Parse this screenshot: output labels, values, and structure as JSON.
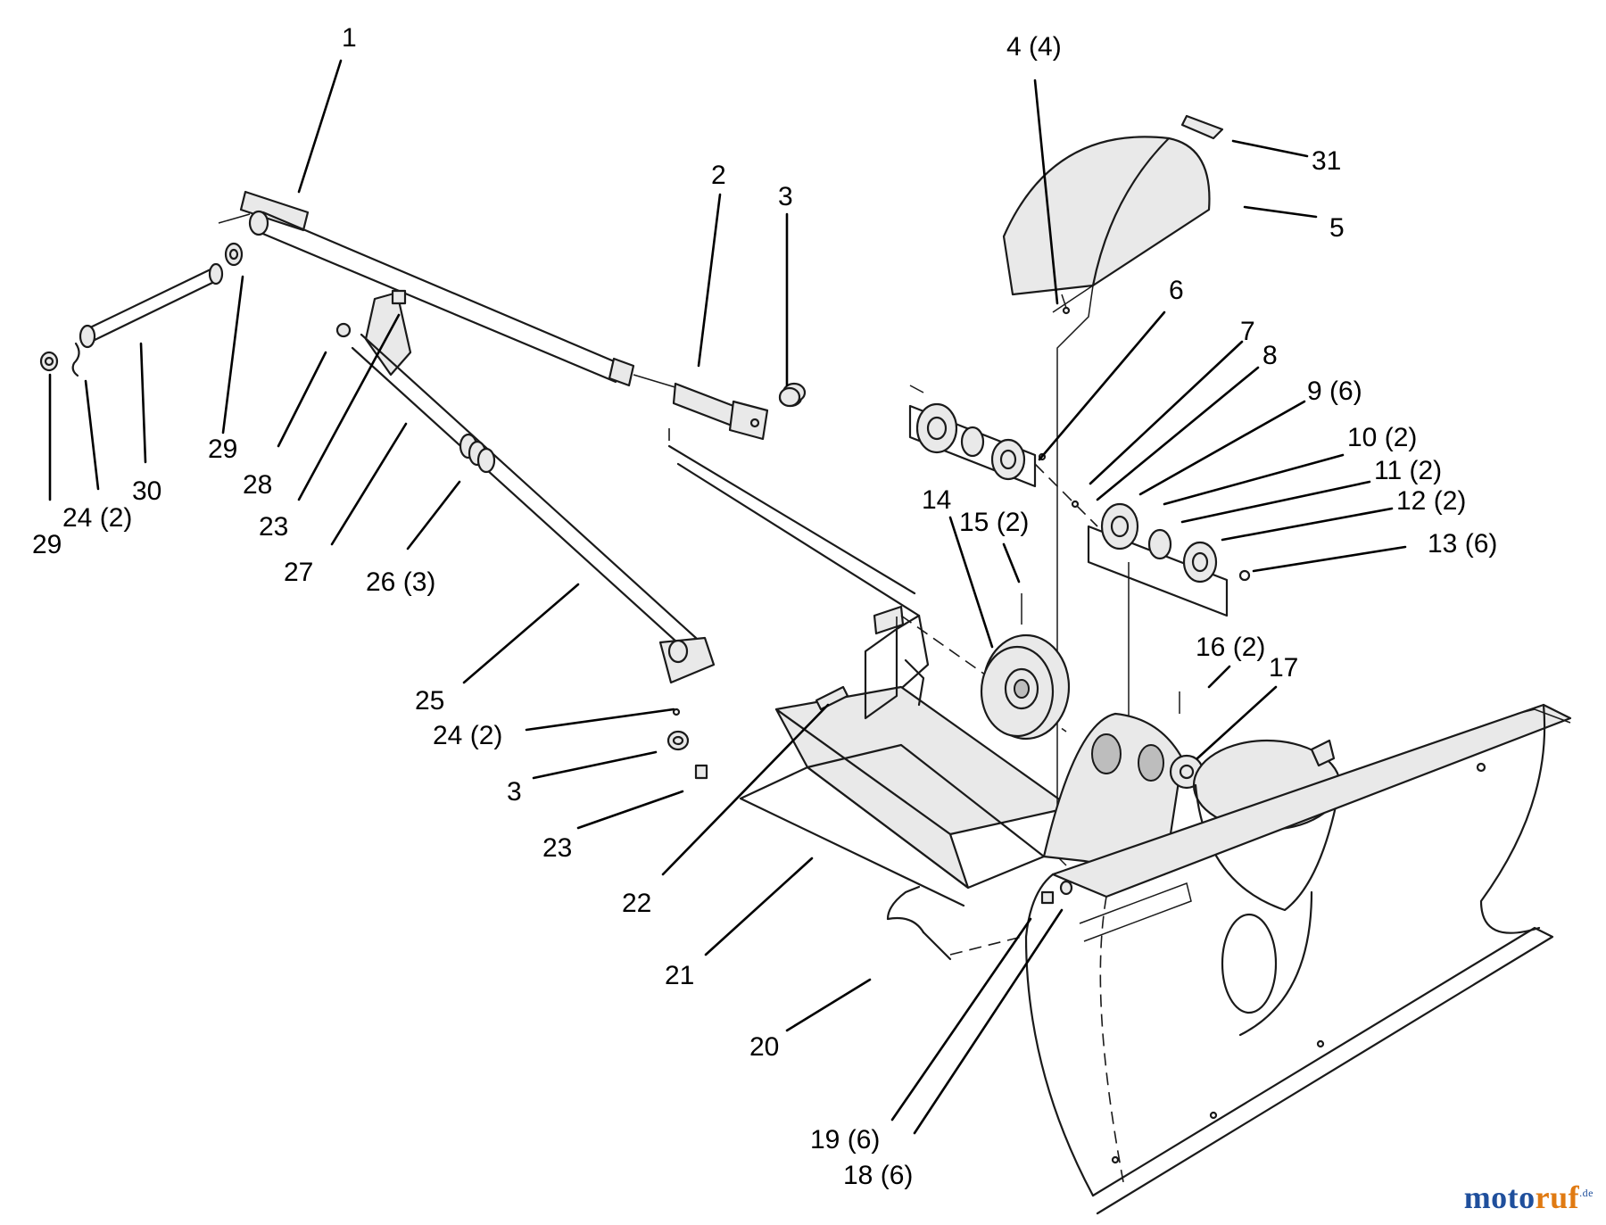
{
  "callouts": [
    {
      "id": "c1",
      "label": "1"
    },
    {
      "id": "c2",
      "label": "2"
    },
    {
      "id": "c3a",
      "label": "3"
    },
    {
      "id": "c4",
      "label": "4 (4)"
    },
    {
      "id": "c31",
      "label": "31"
    },
    {
      "id": "c5",
      "label": "5"
    },
    {
      "id": "c6",
      "label": "6"
    },
    {
      "id": "c7",
      "label": "7"
    },
    {
      "id": "c8",
      "label": "8"
    },
    {
      "id": "c9",
      "label": "9 (6)"
    },
    {
      "id": "c10",
      "label": "10 (2)"
    },
    {
      "id": "c11",
      "label": "11 (2)"
    },
    {
      "id": "c12",
      "label": "12 (2)"
    },
    {
      "id": "c13",
      "label": "13 (6)"
    },
    {
      "id": "c14",
      "label": "14"
    },
    {
      "id": "c15",
      "label": "15 (2)"
    },
    {
      "id": "c16",
      "label": "16 (2)"
    },
    {
      "id": "c17",
      "label": "17"
    },
    {
      "id": "c29a",
      "label": "29"
    },
    {
      "id": "c29b",
      "label": "29"
    },
    {
      "id": "c24a",
      "label": "24 (2)"
    },
    {
      "id": "c30",
      "label": "30"
    },
    {
      "id": "c28",
      "label": "28"
    },
    {
      "id": "c23a",
      "label": "23"
    },
    {
      "id": "c27",
      "label": "27"
    },
    {
      "id": "c26",
      "label": "26 (3)"
    },
    {
      "id": "c25",
      "label": "25"
    },
    {
      "id": "c24b",
      "label": "24 (2)"
    },
    {
      "id": "c3b",
      "label": "3"
    },
    {
      "id": "c23b",
      "label": "23"
    },
    {
      "id": "c22",
      "label": "22"
    },
    {
      "id": "c21",
      "label": "21"
    },
    {
      "id": "c20",
      "label": "20"
    },
    {
      "id": "c19",
      "label": "19 (6)"
    },
    {
      "id": "c18",
      "label": "18 (6)"
    }
  ],
  "watermark": {
    "part1": "moto",
    "part2": "ruf",
    "suffix": ".de"
  }
}
